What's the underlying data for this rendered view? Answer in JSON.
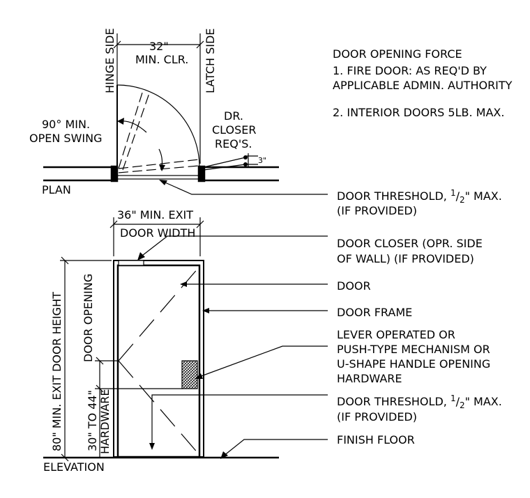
{
  "plan": {
    "hinge_side": "HINGE SIDE",
    "latch_side": "LATCH SIDE",
    "clear_width": "32\"",
    "min_clr": "MIN. CLR.",
    "swing_line1": "90° MIN.",
    "swing_line2": "OPEN SWING",
    "closer_line1": "DR.",
    "closer_line2": "CLOSER",
    "closer_line3": "REQ'S.",
    "closer_dim": "3\"",
    "label": "PLAN"
  },
  "notes": {
    "title": "DOOR OPENING FORCE",
    "item1_line1": "1. FIRE DOOR: AS REQ'D BY",
    "item1_line2": "APPLICABLE ADMIN. AUTHORITY",
    "item2": "2. INTERIOR DOORS 5LB. MAX."
  },
  "callouts": {
    "threshold_top_prefix": "DOOR THRESHOLD,",
    "threshold_top_num": "1",
    "threshold_top_den": "2",
    "threshold_top_suffix": "\" MAX.",
    "threshold_top_line2": "(IF PROVIDED)",
    "closer_line1": "DOOR CLOSER (OPR. SIDE",
    "closer_line2": "OF WALL) (IF PROVIDED)",
    "door": "DOOR",
    "frame": "DOOR FRAME",
    "hardware_line1": "LEVER OPERATED OR",
    "hardware_line2": "PUSH-TYPE MECHANISM OR",
    "hardware_line3": "U-SHAPE HANDLE OPENING",
    "hardware_line4": "HARDWARE",
    "threshold_bottom_prefix": "DOOR THRESHOLD,",
    "threshold_bottom_num": "1",
    "threshold_bottom_den": "2",
    "threshold_bottom_suffix": "\" MAX.",
    "threshold_bottom_line2": "(IF PROVIDED)",
    "floor": "FINISH FLOOR"
  },
  "elevation": {
    "exit_width_line1": "36\" MIN. EXIT",
    "exit_width_line2": "DOOR WIDTH",
    "height_label": "80\" MIN. EXIT DOOR HEIGHT",
    "opening_label": "DOOR OPENING",
    "hardware_height_line1": "30\" TO 44\"",
    "hardware_height_line2": "HARDWARE",
    "label": "ELEVATION"
  }
}
